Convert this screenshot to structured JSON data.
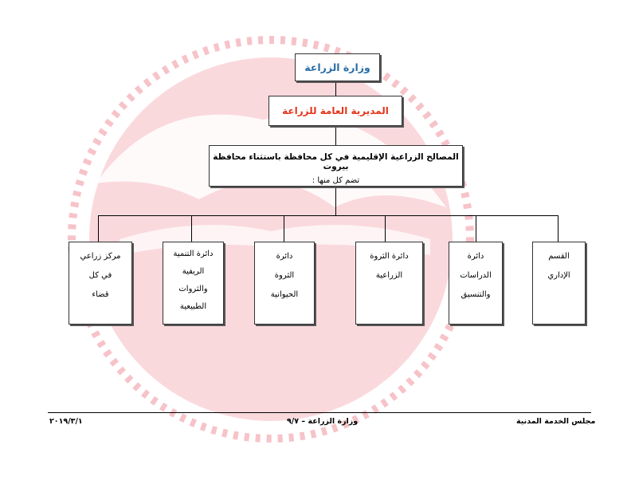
{
  "nodes": {
    "ministry": "وزارة الزراعة",
    "general_directorate": "المديرية العامة للزراعة",
    "regional_services": "المصالح الزراعية الإقليمية في كل محافظة باستثناء محافظة بيروت",
    "regional_services_sub": "تضم كل منها :"
  },
  "departments": [
    {
      "lines": [
        "القسم",
        "الإداري"
      ]
    },
    {
      "lines": [
        "دائرة",
        "الدراسات",
        "والتنسيق"
      ]
    },
    {
      "lines": [
        "دائرة الثروة",
        "الزراعية"
      ]
    },
    {
      "lines": [
        "دائرة",
        "الثروة",
        "الحيوانية"
      ]
    },
    {
      "lines": [
        "دائرة التنمية",
        "الريفية",
        "والثروات",
        "الطبيعية"
      ]
    },
    {
      "lines": [
        "مركز زراعي",
        "في كل",
        "قضاء"
      ]
    }
  ],
  "footer": {
    "left": "٢٠١٩/٣/١",
    "center": "وزارة الزراعة – ٩/٧",
    "right": "مجلس الخدمة المدنية"
  },
  "colors": {
    "ministry_text": "#2a6ea8",
    "general_text": "#e4351b",
    "watermark": "#f3a9b3"
  }
}
